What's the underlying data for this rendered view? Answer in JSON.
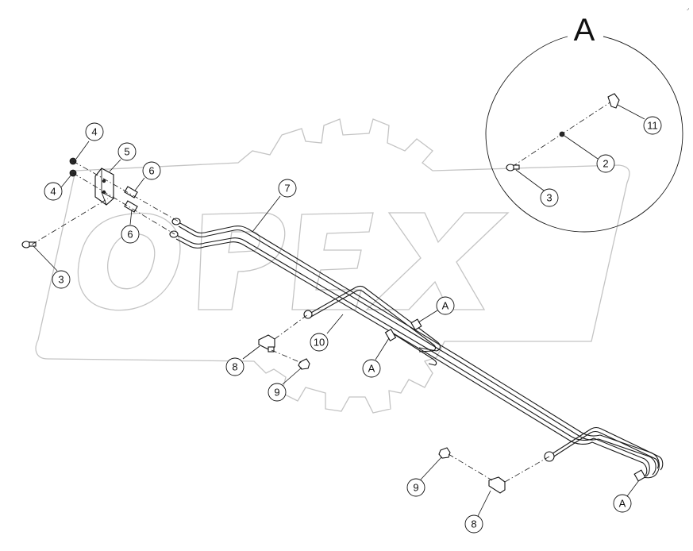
{
  "watermark": {
    "text": "OPEX",
    "color": "#c4c4c4"
  },
  "detail_view": {
    "title": "A"
  },
  "corner_mark": "◞",
  "callouts": [
    {
      "id": "c4a",
      "text": "4"
    },
    {
      "id": "c4b",
      "text": "4"
    },
    {
      "id": "c5",
      "text": "5"
    },
    {
      "id": "c6a",
      "text": "6"
    },
    {
      "id": "c6b",
      "text": "6"
    },
    {
      "id": "c7",
      "text": "7"
    },
    {
      "id": "c3a",
      "text": "3"
    },
    {
      "id": "c10",
      "text": "10"
    },
    {
      "id": "cAa",
      "text": "A"
    },
    {
      "id": "cAb",
      "text": "A"
    },
    {
      "id": "c8a",
      "text": "8"
    },
    {
      "id": "c9a",
      "text": "9"
    },
    {
      "id": "c9b",
      "text": "9"
    },
    {
      "id": "c8b",
      "text": "8"
    },
    {
      "id": "cAc",
      "text": "A"
    },
    {
      "id": "c11",
      "text": "11"
    },
    {
      "id": "c2",
      "text": "2"
    },
    {
      "id": "c3b",
      "text": "3"
    }
  ]
}
